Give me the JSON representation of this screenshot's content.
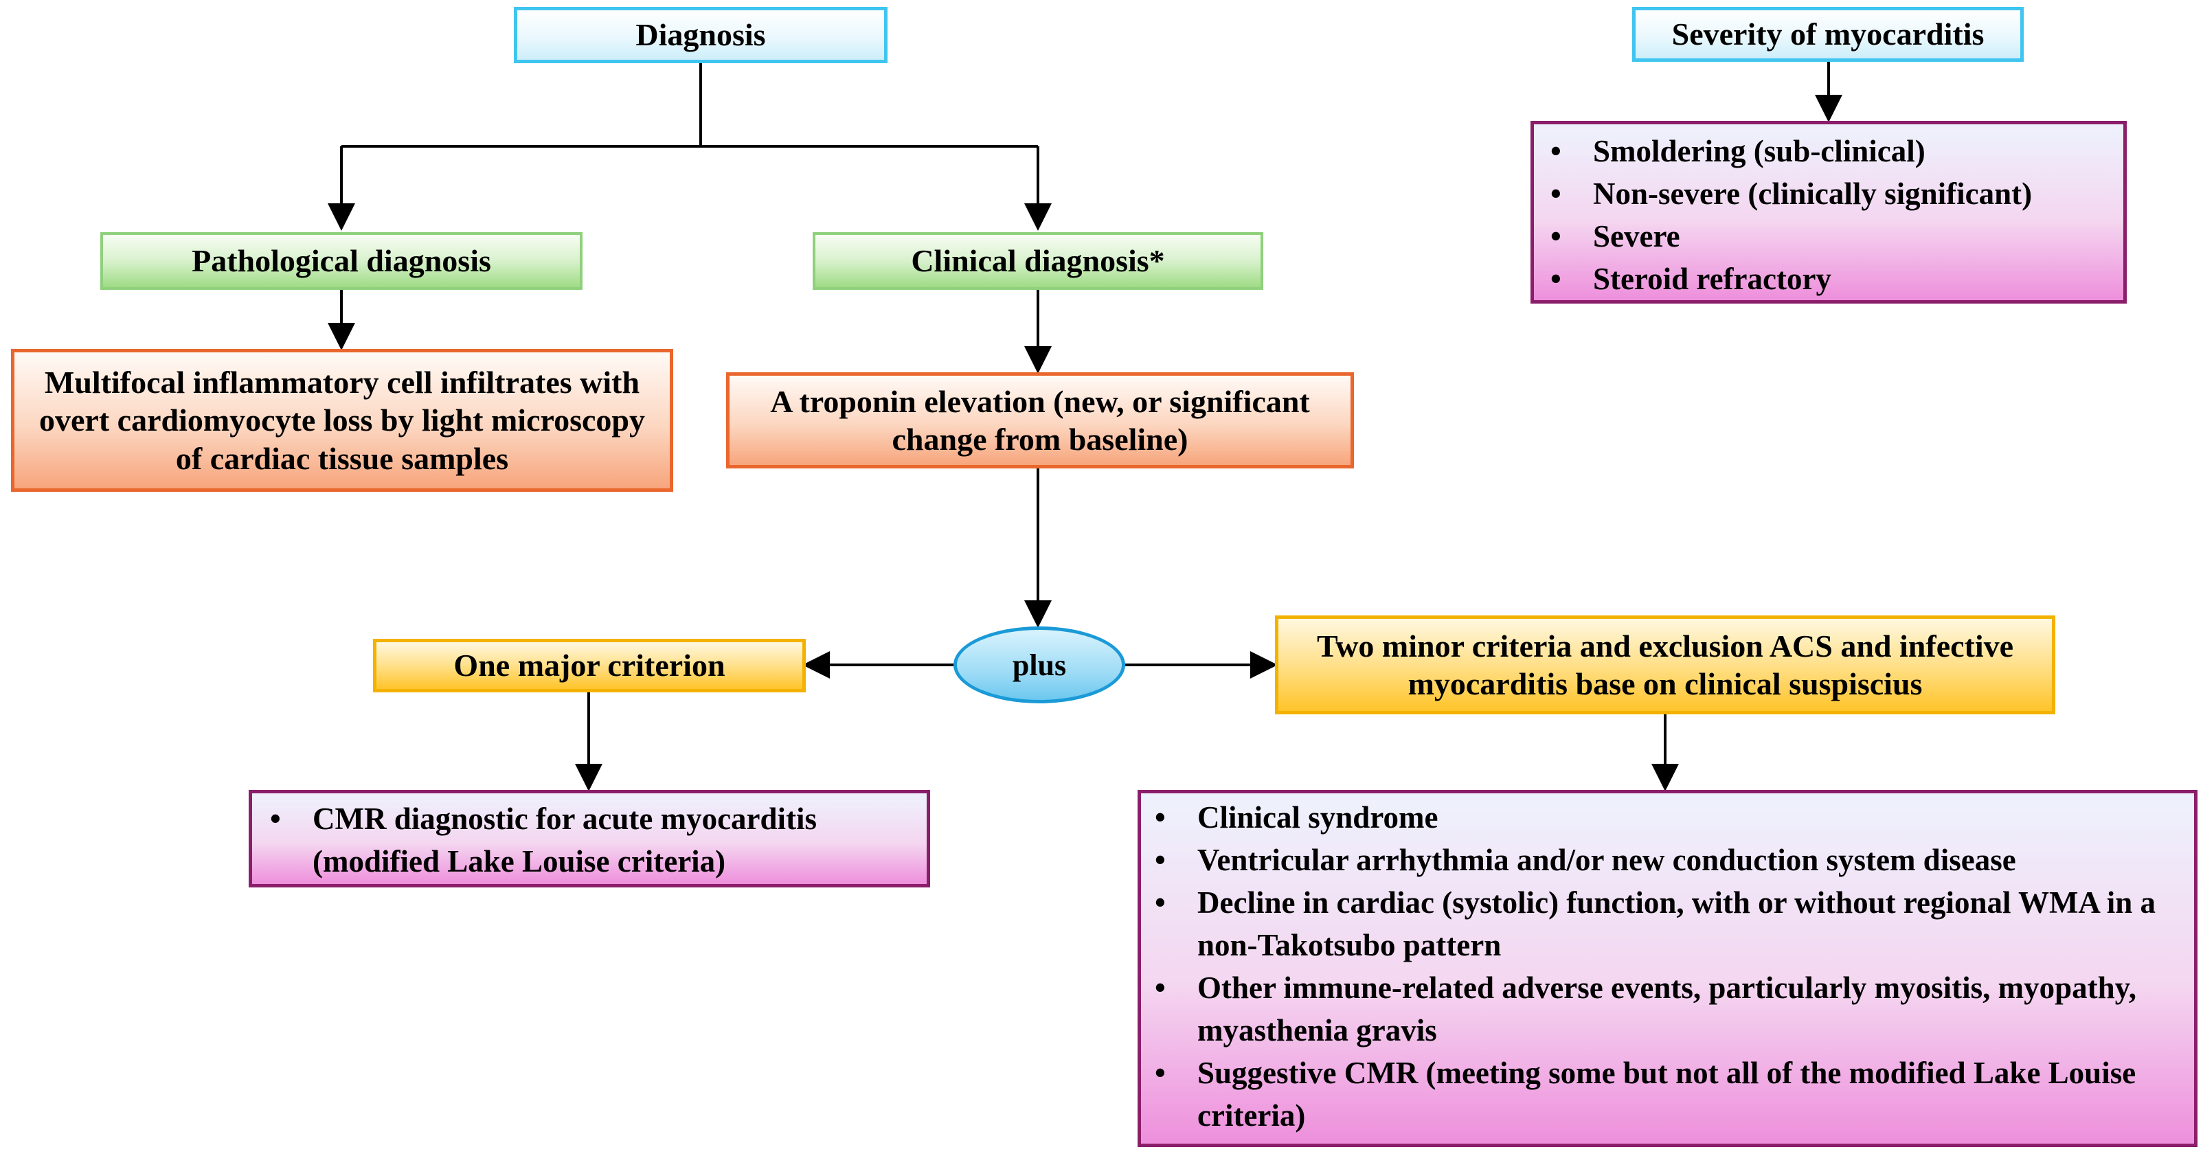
{
  "diagnosis": "Diagnosis",
  "pathological": {
    "title": "Pathological diagnosis",
    "detail": "Multifocal inflammatory cell infiltrates with overt cardiomyocyte loss by light microscopy of cardiac tissue samples"
  },
  "clinical": {
    "title": "Clinical diagnosis*",
    "detail": "A troponin elevation (new, or significant change from baseline)"
  },
  "plus": "plus",
  "major": {
    "title": "One major criterion",
    "items": [
      "CMR diagnostic for acute myocarditis (modified Lake Louise criteria)"
    ]
  },
  "minor": {
    "title": "Two minor criteria and exclusion ACS and infective myocarditis base on clinical suspiscius",
    "items": [
      "Clinical syndrome",
      "Ventricular arrhythmia and/or new conduction system disease",
      "Decline in cardiac (systolic) function, with or without regional WMA in a non-Takotsubo pattern",
      "Other immune-related adverse events, particularly myositis, myopathy, myasthenia gravis",
      "Suggestive CMR (meeting some but not all of the modified Lake Louise criteria)"
    ]
  },
  "severity": {
    "title": "Severity of myocarditis",
    "items": [
      "Smoldering (sub-clinical)",
      "Non-severe (clinically significant)",
      "Severe",
      "Steroid refractory"
    ]
  },
  "colors": {
    "connector": "#000000",
    "blue_border": "#3fc5f0",
    "green_border": "#8fd07c",
    "orange_border": "#e9662c",
    "yellow_border": "#f3b100",
    "purple_border": "#8b1e6a",
    "oval_border": "#1a9ad6"
  }
}
